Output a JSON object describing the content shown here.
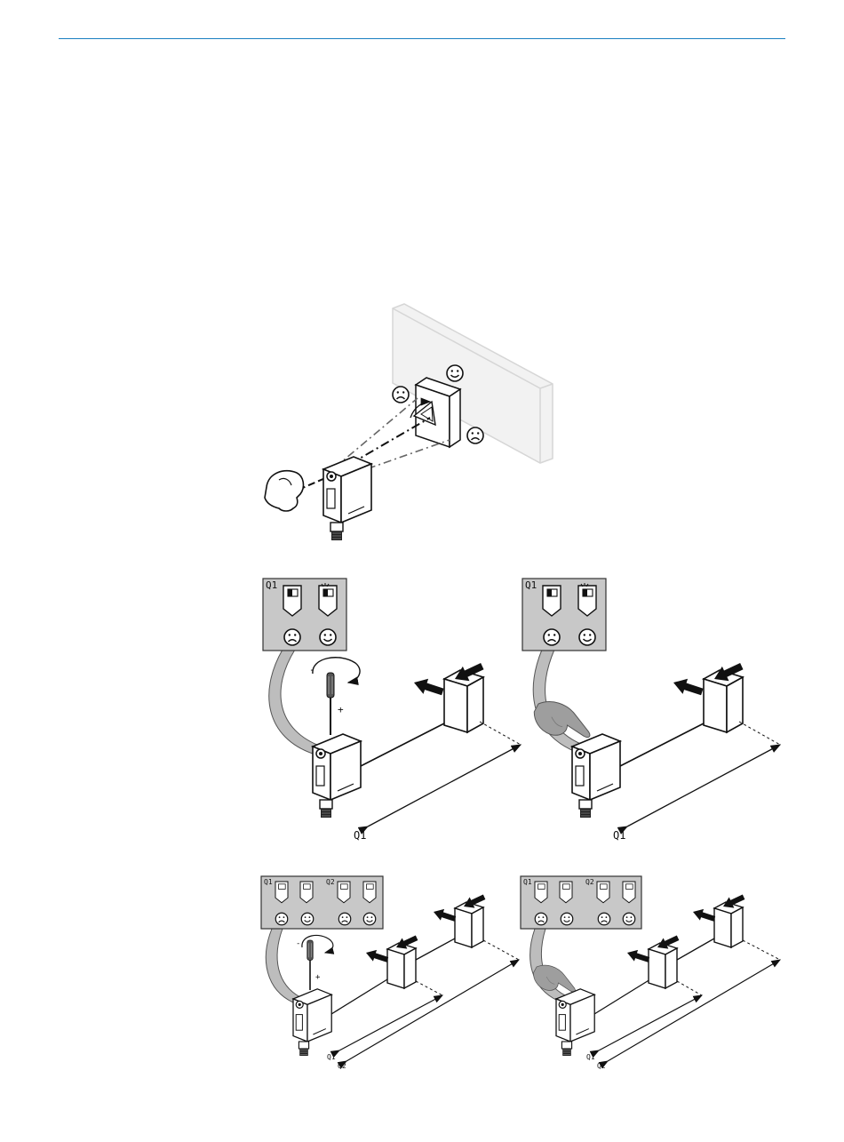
{
  "colors": {
    "rule": "#1a7fc1",
    "panel_fill": "#c8c8c8",
    "panel_stroke": "#333333",
    "cable_fill": "#bdbdbd",
    "wall": "#dcdcdc",
    "ink": "#111111"
  },
  "icons": {
    "happy": "smiley-icon",
    "sad": "frown-icon",
    "led_off": "led-off-icon",
    "led_blink": "led-blink-icon"
  },
  "figures": {
    "fig2_single_pot": {
      "channel_label": "Q1",
      "axis_label": "Q1"
    },
    "fig3_single_teach": {
      "channel_label": "Q1",
      "axis_label": "Q1"
    },
    "fig4_dual_pot": {
      "channel_labels": [
        "Q1",
        "Q2"
      ],
      "axis_labels": [
        "Q1",
        "Q2"
      ]
    },
    "fig5_dual_teach": {
      "channel_labels": [
        "Q1",
        "Q2"
      ],
      "axis_labels": [
        "Q1",
        "Q2"
      ]
    }
  }
}
